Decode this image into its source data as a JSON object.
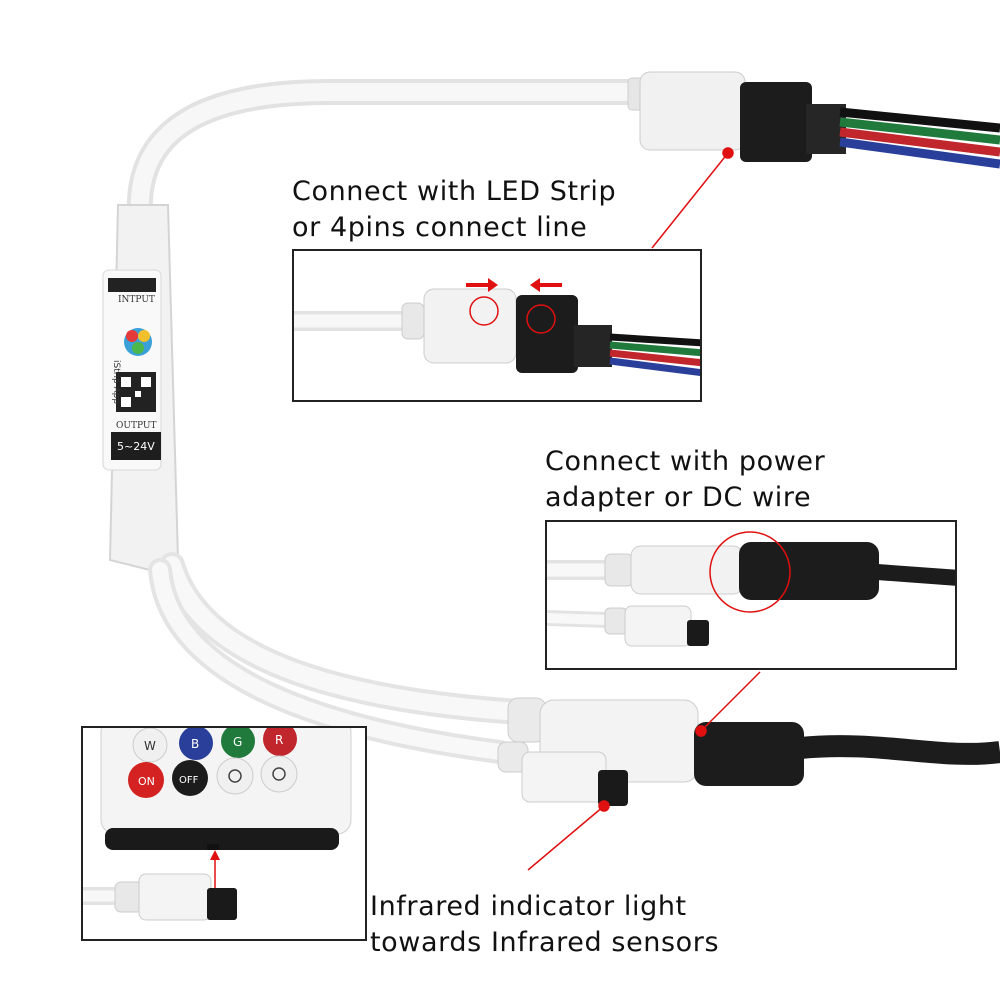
{
  "captions": {
    "led_strip": [
      "Connect with LED Strip",
      "or 4pins connect line"
    ],
    "power": [
      "Connect with power",
      "adapter or DC wire"
    ],
    "infrared": [
      "Infrared indicator light",
      "towards Infrared sensors"
    ]
  },
  "controller": {
    "input_label": "INTPUT",
    "output_label": "OUTPUT",
    "voltage_label": "5~24V",
    "app_label": "iStrip App"
  },
  "remote_buttons": {
    "row1": [
      "W",
      "B",
      "G",
      "R"
    ],
    "row2": [
      "ON",
      "OFF",
      "",
      ""
    ]
  },
  "colors": {
    "callout_red": "#e01010",
    "frame": "#222222",
    "cable_white": "#f3f3f3",
    "plug_black": "#1c1c1c",
    "wire_red": "#c0262b",
    "wire_green": "#1f7a3c",
    "wire_blue": "#2a3f9a"
  }
}
